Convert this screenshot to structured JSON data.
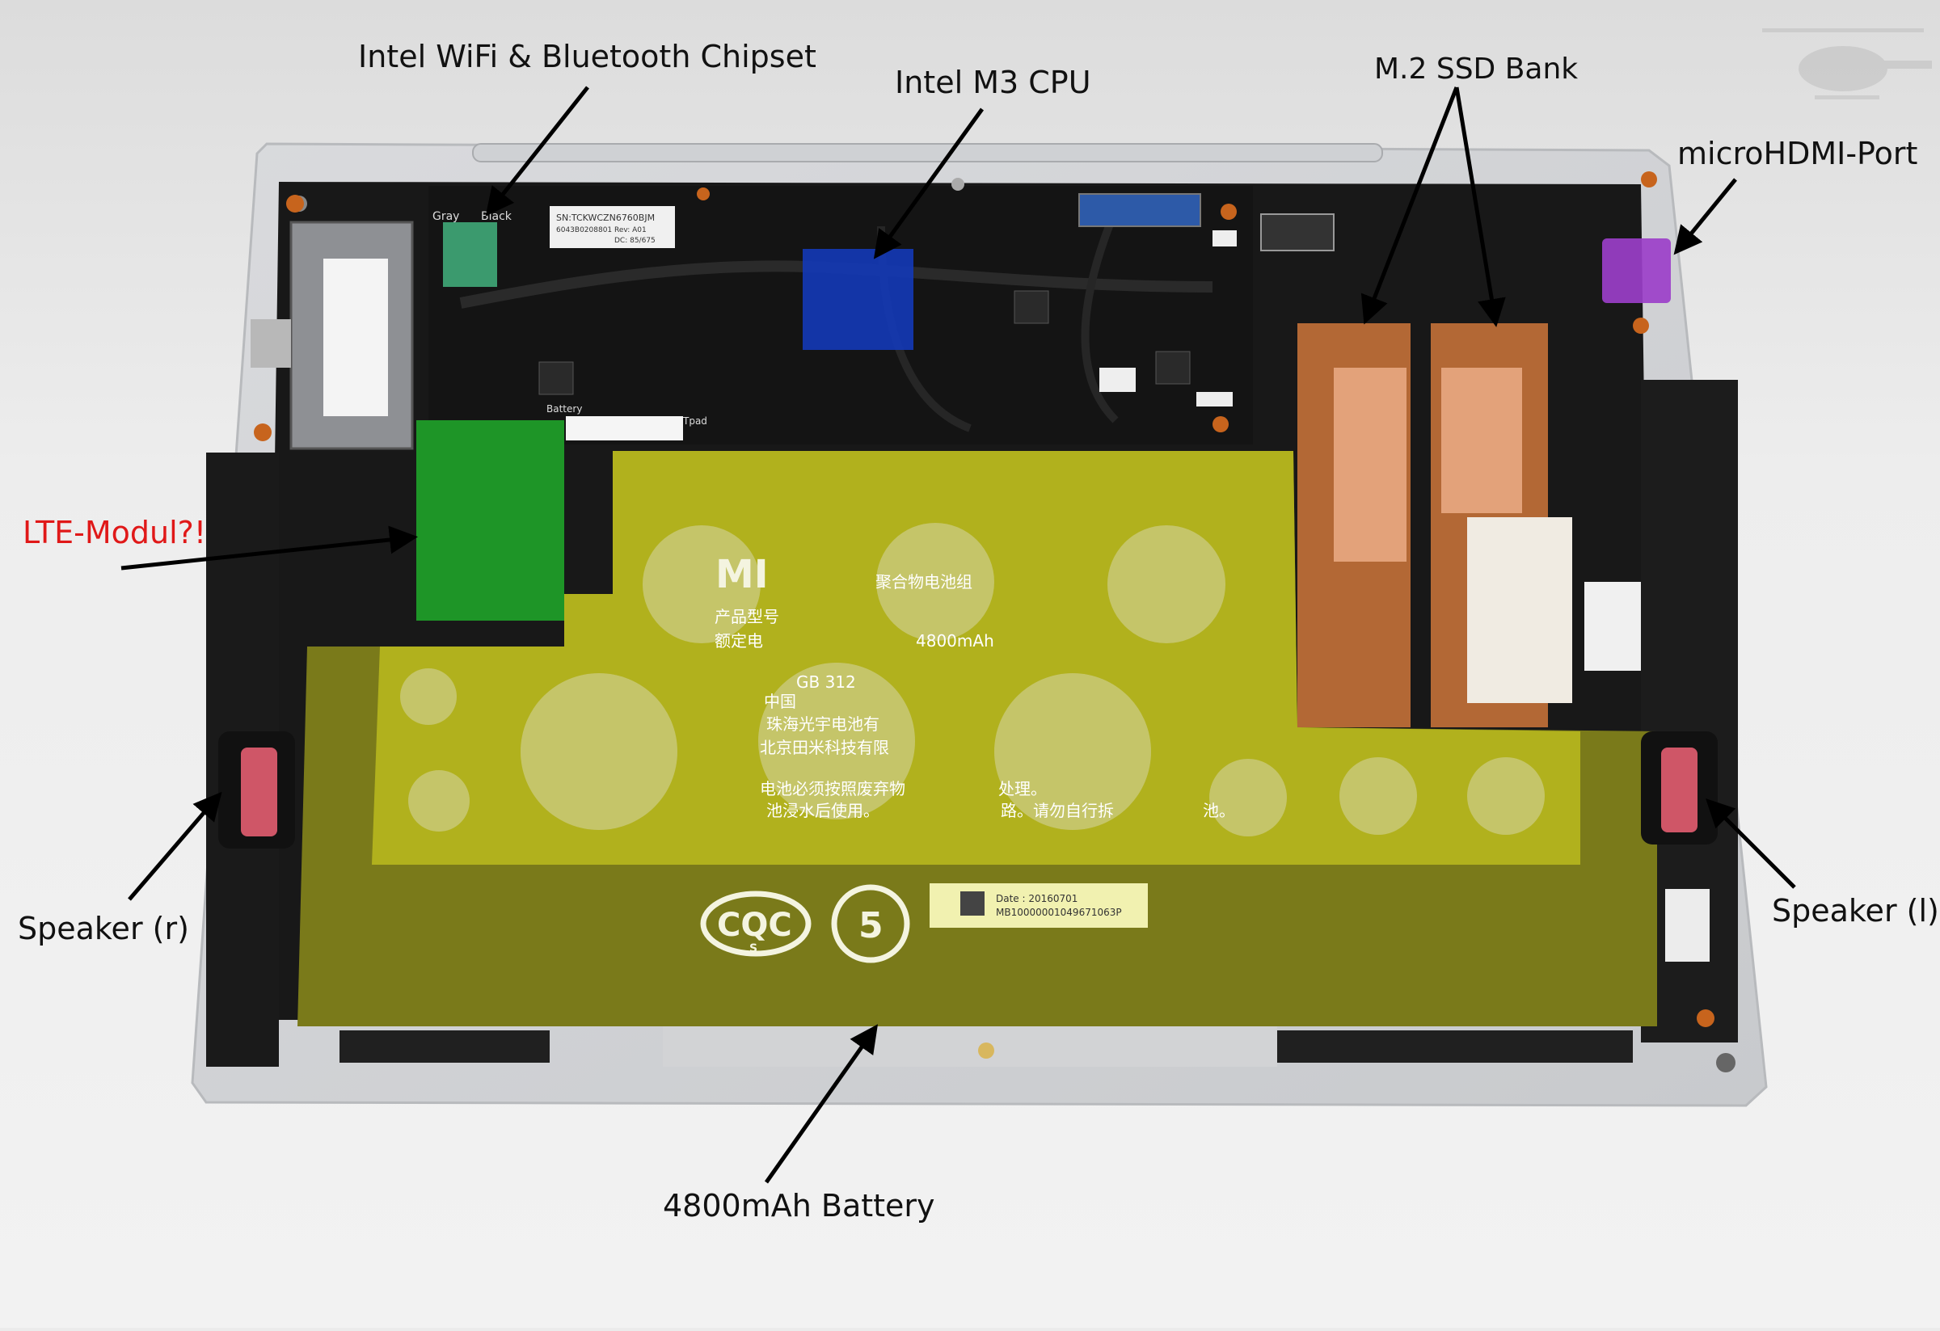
{
  "labels": {
    "wifi": "Intel WiFi & Bluetooth Chipset",
    "cpu": "Intel M3 CPU",
    "ssd": "M.2 SSD Bank",
    "hdmi": "microHDMI-Port",
    "lte": "LTE-Modul?!",
    "speaker_r": "Speaker (r)",
    "speaker_l": "Speaker (l)",
    "battery": "4800mAh Battery"
  },
  "battery_print": {
    "brand": "MI",
    "line1": "聚合物电池组",
    "line2": "产品型号",
    "line3": "额定电",
    "capacity": "4800mAh",
    "gb": "GB 312",
    "china": "中国",
    "maker1": "珠海光宇电池有",
    "maker2": "北京田米科技有限",
    "warn1": "电池必须按照废弃物",
    "warn1b": "处理。",
    "warn2": "池浸水后使用。",
    "warn2b": "路。请勿自行拆",
    "warn2c": "池。",
    "cqc": "CQC",
    "cqc_sub": "S",
    "eco": "5",
    "date": "Date : 20160701",
    "serial": "MB10000001049671063P"
  },
  "cpu_print": {
    "sn": "SN:TCKWCZN6760BJM",
    "line2": "6043B0208801    Rev: A01",
    "dc": "DC: 85/675"
  },
  "wifi_print": {
    "gray": "Gray",
    "black": "Black"
  },
  "lte_print": {
    "battery_tag": "Battery",
    "tpad": "Tpad"
  },
  "colors": {
    "wifi_chip": "#3fa878",
    "cpu": "#1438b4",
    "ssd": "#d67a3c",
    "hdmi": "#9b3fc9",
    "lte": "#1fa329",
    "battery": "#b4b41e",
    "label_red": "#e01818"
  }
}
